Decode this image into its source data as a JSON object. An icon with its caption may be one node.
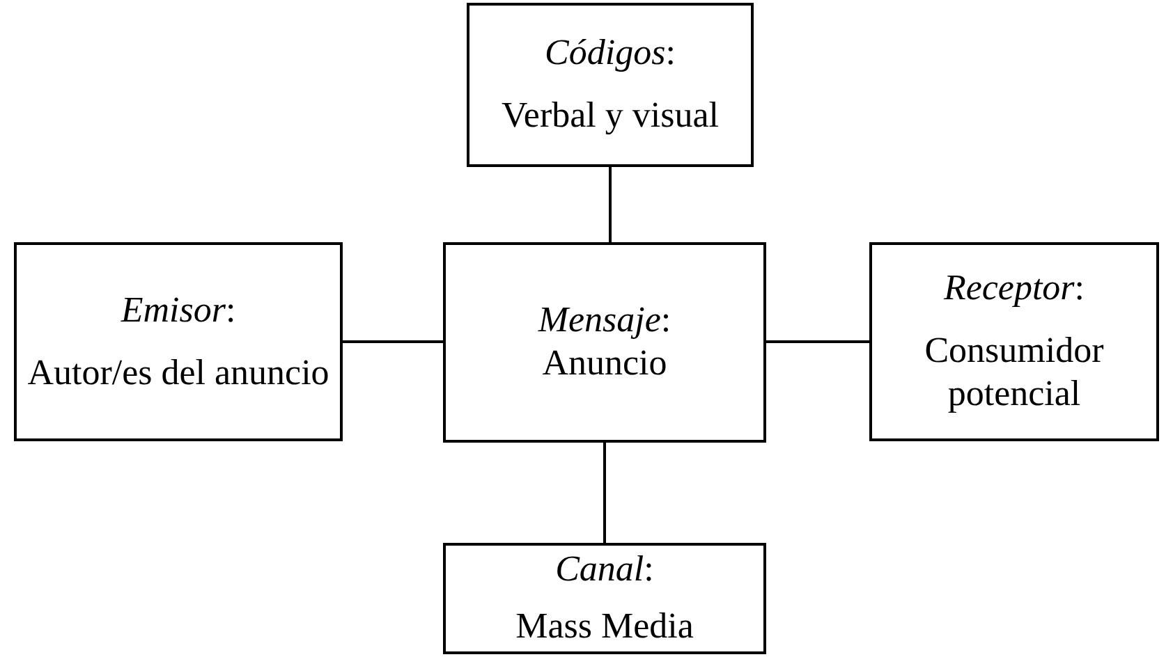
{
  "diagram": {
    "nodes": [
      {
        "text": [
          "*Códigos*:",
          "Verbal y visual"
        ]
      },
      {
        "text": [
          "*Emisor*:",
          "Autor/es del anuncio"
        ]
      },
      {
        "text": [
          "*Mensaje*:",
          "Anuncio"
        ]
      },
      {
        "text": [
          "*Receptor*:",
          "Consumidor potencial"
        ]
      },
      {
        "text": [
          "*Canal*:",
          "Mass Media"
        ]
      }
    ],
    "edges": [
      {
        "from": 2,
        "to": 0,
        "arrow": "none"
      },
      {
        "from": 1,
        "to": 2,
        "arrow": "none"
      },
      {
        "from": 2,
        "to": 3,
        "arrow": "none"
      },
      {
        "from": 2,
        "to": 4,
        "arrow": "none"
      }
    ]
  }
}
